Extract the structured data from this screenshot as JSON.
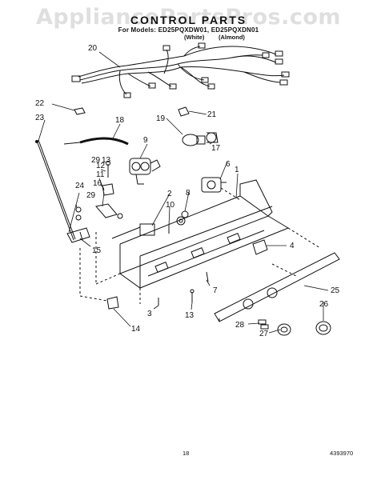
{
  "watermark": "AppliancePartsPros.com",
  "header": {
    "title": "CONTROL PARTS",
    "models_line": "For Models: ED25PQXDW01, ED25PQXDN01",
    "color_white": "(White)",
    "color_almond": "(Almond)"
  },
  "callouts": {
    "c2": "2",
    "c3": "3",
    "c4": "4",
    "c6": "6",
    "c7": "7",
    "c8": "8",
    "c9": "9",
    "c10": "10",
    "c11": "11",
    "c12": "12",
    "c13a": "13",
    "c13b": "13",
    "c14": "14",
    "c15": "15",
    "c16": "16",
    "c17": "17",
    "c18": "18",
    "c19": "19",
    "c20": "20",
    "c21": "21",
    "c22": "22",
    "c23": "23",
    "c24": "24",
    "c25": "25",
    "c26": "26",
    "c27": "27",
    "c28": "28",
    "c29a": "29",
    "c29b": "29"
  },
  "footer": {
    "page_number": "18",
    "document_number": "4393970"
  }
}
